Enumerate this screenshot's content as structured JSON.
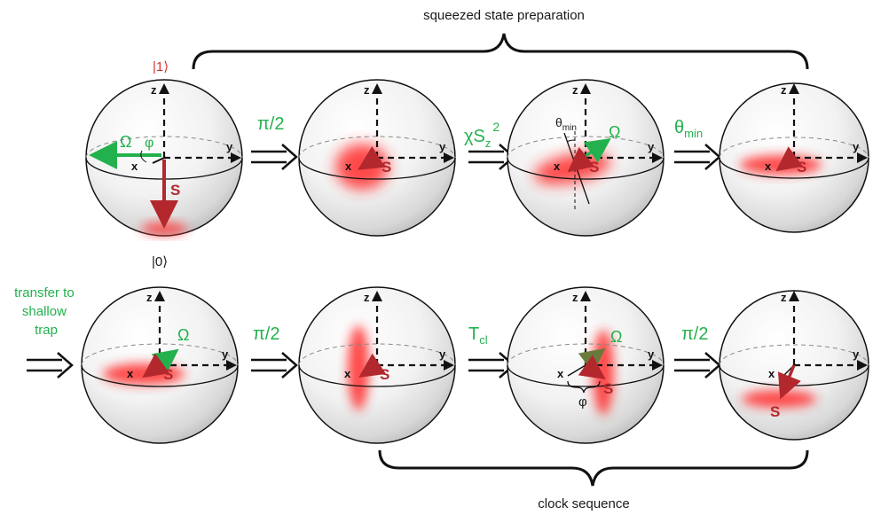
{
  "title_top": "squeezed state preparation",
  "title_bottom": "clock sequence",
  "state_one": "|1⟩",
  "state_zero": "|0⟩",
  "transfer": [
    "transfer to",
    "shallow",
    "trap"
  ],
  "axis": {
    "x": "x",
    "y": "y",
    "z": "z"
  },
  "spin": "S",
  "omega": "Ω",
  "phi": "φ",
  "theta_min": {
    "base": "θ",
    "sub": "min"
  },
  "steps": {
    "pi2": "π/2",
    "chi": {
      "pre": "χS",
      "sub": "z",
      "sup": "2"
    },
    "theta": {
      "base": "θ",
      "sub": "min"
    },
    "tcl": {
      "base": "T",
      "sub": "cl"
    }
  },
  "colors": {
    "spin": "#b3282d",
    "omega": "#23b14d",
    "ket_one": "#d9322e",
    "cloud": "#ff2a2a"
  }
}
